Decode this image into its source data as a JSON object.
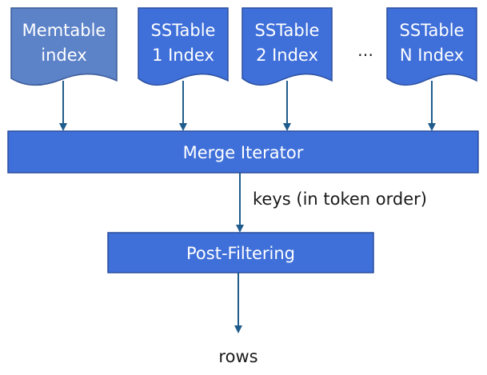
{
  "sources": [
    {
      "line1": "Memtable",
      "line2": "index"
    },
    {
      "line1": "SSTable",
      "line2": "1 Index"
    },
    {
      "line1": "SSTable",
      "line2": "2 Index"
    },
    {
      "line1": "SSTable",
      "line2": "N Index"
    }
  ],
  "ellipsis": "…",
  "merge_iterator": {
    "label": "Merge Iterator"
  },
  "edge_label": "keys (in token order)",
  "post_filtering": {
    "label": "Post-Filtering"
  },
  "output_label": "rows",
  "colors": {
    "memtable_fill": "#5c82c8",
    "memtable_stroke": "#3a5a96",
    "box_fill": "#3f6fd9",
    "box_stroke": "#2a4f9e",
    "arrow": "#1f5c8c",
    "text_light": "#ffffff",
    "text_dark": "#1a1a1a"
  }
}
